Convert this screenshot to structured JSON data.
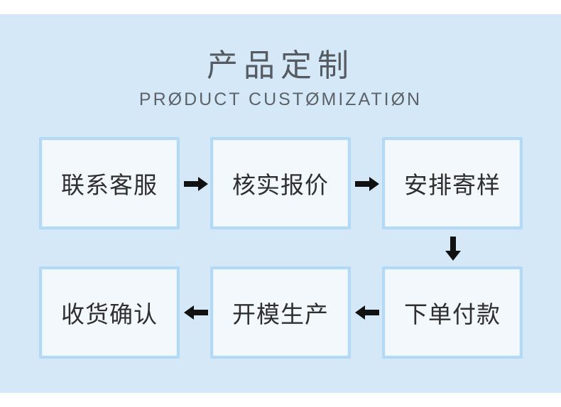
{
  "header": {
    "title": "产品定制",
    "subtitle": "PRØDUCT CUSTØMIZATIØN"
  },
  "steps": [
    {
      "label": "联系客服"
    },
    {
      "label": "核实报价"
    },
    {
      "label": "安排寄样"
    },
    {
      "label": "下单付款"
    },
    {
      "label": "开模生产"
    },
    {
      "label": "收货确认"
    }
  ],
  "colors": {
    "background": "#d4e8f8",
    "box_border": "#b3d9f5",
    "box_fill": "#f3f8fd",
    "arrow": "#111111"
  }
}
